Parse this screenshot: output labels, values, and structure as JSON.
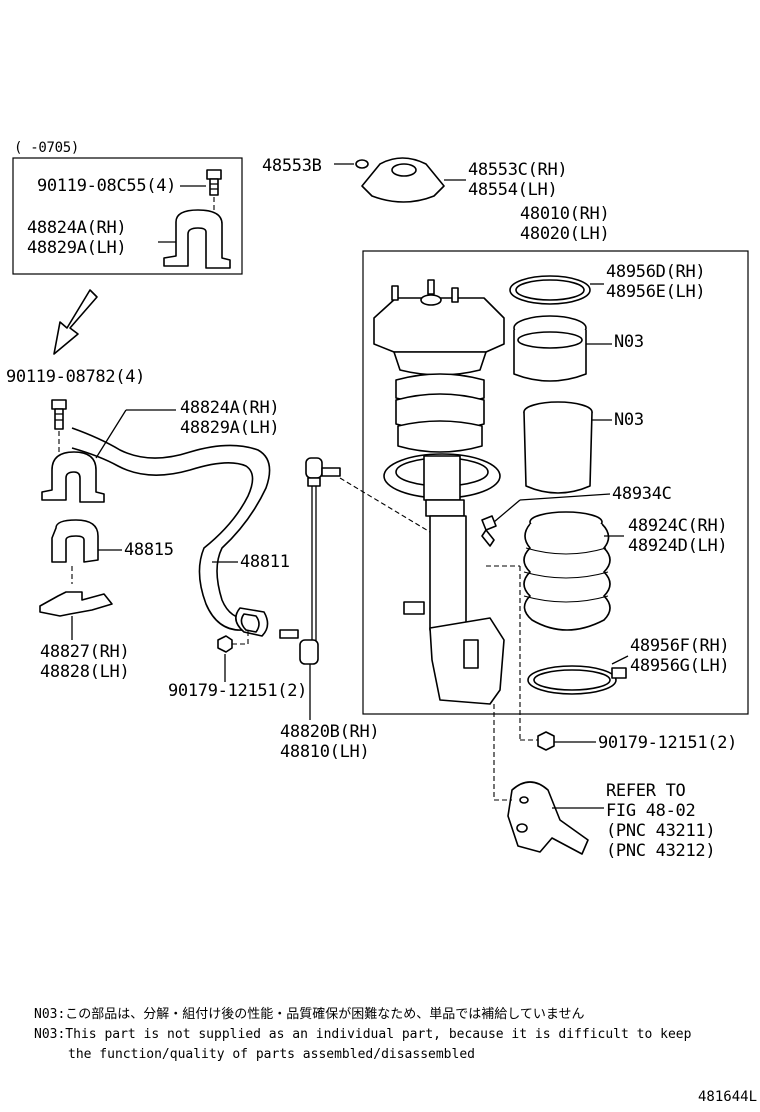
{
  "diagram": {
    "notes": {
      "n03_jp": "N03:この部品は、分解・組付け後の性能・品質確保が困難なため、単品では補給していません",
      "n03_en_1": "N03:This part is not supplied as an individual part, because it is difficult to keep",
      "n03_en_2": "the function/quality of parts assembled/disassembled"
    },
    "inset_period": "(      -0705)",
    "figure_id": "481644L",
    "labels": {
      "bolt_4_inset": "90119-08C55(4)",
      "bracket_rh_inset": "48824A(RH)",
      "bracket_lh_inset": "48829A(LH)",
      "bolt_4_main": "90119-08782(4)",
      "bracket_rh_main": "48824A(RH)",
      "bracket_lh_main": "48829A(LH)",
      "bushing": "48815",
      "stabilizer_bar": "48811",
      "lower_bracket_rh": "48827(RH)",
      "lower_bracket_lh": "48828(LH)",
      "nut_2_left": "90179-12151(2)",
      "link_rh": "48820B(RH)",
      "link_lh": "48810(LH)",
      "mount_nut": "48553B",
      "support_rh": "48553C(RH)",
      "support_lh": "48554(LH)",
      "absorber_rh": "48010(RH)",
      "absorber_lh": "48020(LH)",
      "clamp_upper_rh": "48956D(RH)",
      "clamp_upper_lh": "48956E(LH)",
      "n03_a": "N03",
      "n03_b": "N03",
      "clip": "48934C",
      "boot_rh": "48924C(RH)",
      "boot_lh": "48924D(LH)",
      "clamp_lower_rh": "48956F(RH)",
      "clamp_lower_lh": "48956G(LH)",
      "nut_2_right": "90179-12151(2)",
      "refer_1": "REFER TO",
      "refer_2": "FIG 48-02",
      "refer_3": "(PNC 43211)",
      "refer_4": "(PNC 43212)"
    }
  }
}
